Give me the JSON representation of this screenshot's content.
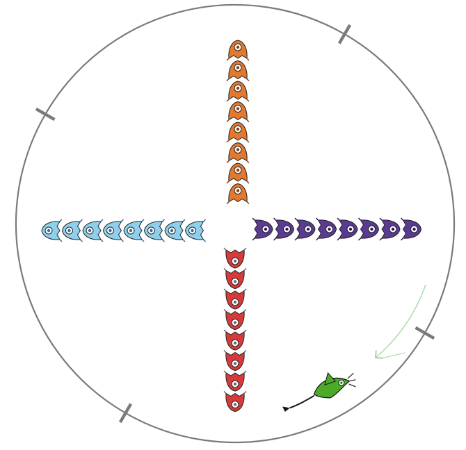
{
  "scene": {
    "background": "#ffffff",
    "ring_color": "#7a7a7a",
    "arrow_color": "#9fd99f"
  },
  "ring_arcs": [
    {
      "name": "ring-arc-top",
      "from_deg": 210,
      "to_deg": 300,
      "arrow_end": "start"
    },
    {
      "name": "ring-arc-right",
      "from_deg": 300,
      "to_deg": 390,
      "arrow_end": "start"
    },
    {
      "name": "ring-arc-bottom",
      "from_deg": 30,
      "to_deg": 120,
      "arrow_end": "start"
    },
    {
      "name": "ring-arc-left",
      "from_deg": 120,
      "to_deg": 210,
      "arrow_end": "start"
    }
  ],
  "columns": [
    {
      "name": "orange-creature-column",
      "count": 8,
      "direction": "up",
      "body": "#e3792e",
      "accent": "#8a3d10"
    },
    {
      "name": "red-creature-column",
      "count": 8,
      "direction": "down",
      "body": "#d63a3a",
      "accent": "#6a6a6a"
    },
    {
      "name": "blue-creature-row",
      "count": 8,
      "direction": "left",
      "body": "#8ed0ec",
      "accent": "#2d6fa3"
    },
    {
      "name": "purple-creature-row",
      "count": 8,
      "direction": "right",
      "body": "#5a3a93",
      "accent": "#2a1a55"
    }
  ],
  "player": {
    "name": "green-flyer",
    "body": "#4caa2a",
    "accent": "#1e5510"
  }
}
